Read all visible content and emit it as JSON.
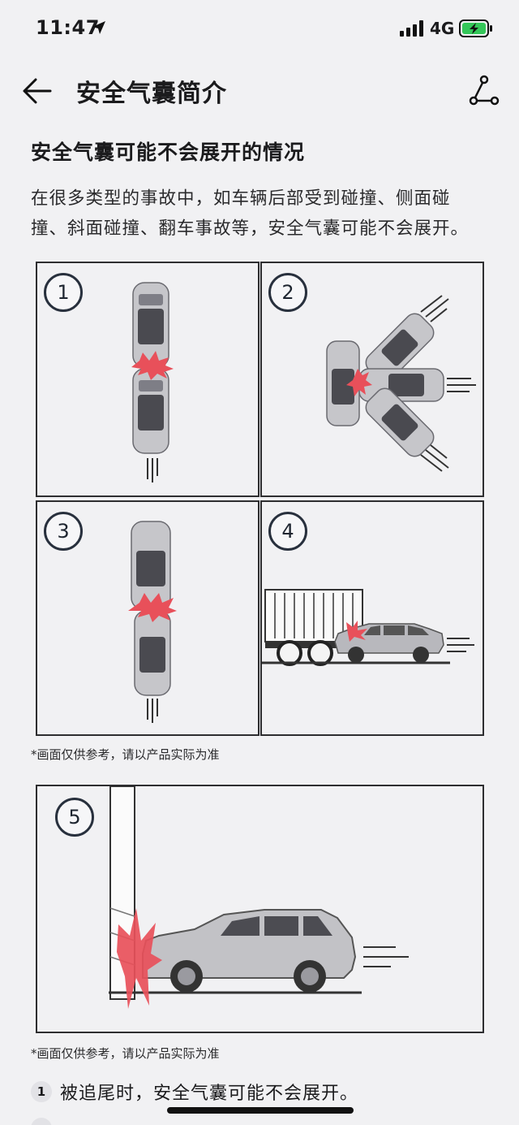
{
  "status_bar": {
    "time": "11:47",
    "network": "4G"
  },
  "header": {
    "title": "安全气囊简介"
  },
  "section": {
    "title": "安全气囊可能不会展开的情况",
    "intro": "在很多类型的事故中，如车辆后部受到碰撞、侧面碰撞、斜面碰撞、翻车事故等，安全气囊可能不会展开。"
  },
  "panels": [
    {
      "number": "1"
    },
    {
      "number": "2"
    },
    {
      "number": "3"
    },
    {
      "number": "4"
    },
    {
      "number": "5"
    }
  ],
  "captions": {
    "first": "*画面仅供参考，请以产品实际为准",
    "second": "*画面仅供参考，请以产品实际为准"
  },
  "notes": [
    {
      "number": "1",
      "text": "被追尾时，安全气囊可能不会展开。"
    }
  ],
  "colors": {
    "background": "#f1f1f3",
    "car_body": "#c6c6ca",
    "impact": "#e8505a",
    "battery_green": "#34c759"
  }
}
